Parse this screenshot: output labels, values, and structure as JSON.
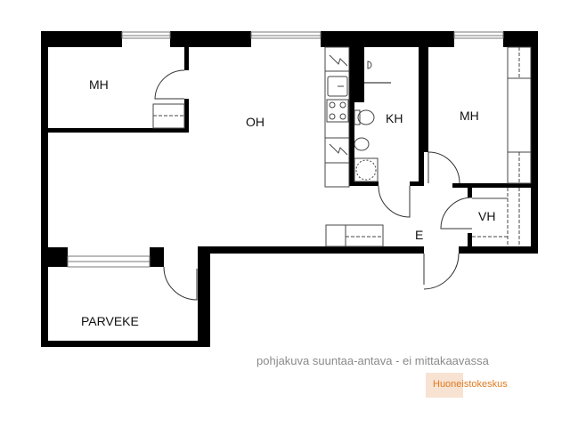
{
  "rooms": {
    "mh1": "MH",
    "oh": "OH",
    "kh": "KH",
    "mh2": "MH",
    "vh": "VH",
    "e": "E",
    "parveke": "PARVEKE"
  },
  "caption": "pohjakuva suuntaa-antava - ei mittakaavassa",
  "brand": "Huoneistokeskus",
  "colors": {
    "wall": "#000000",
    "brand": "#e07a1f",
    "brand_bg": "#f8e2d2",
    "caption": "#8a8a8a"
  }
}
